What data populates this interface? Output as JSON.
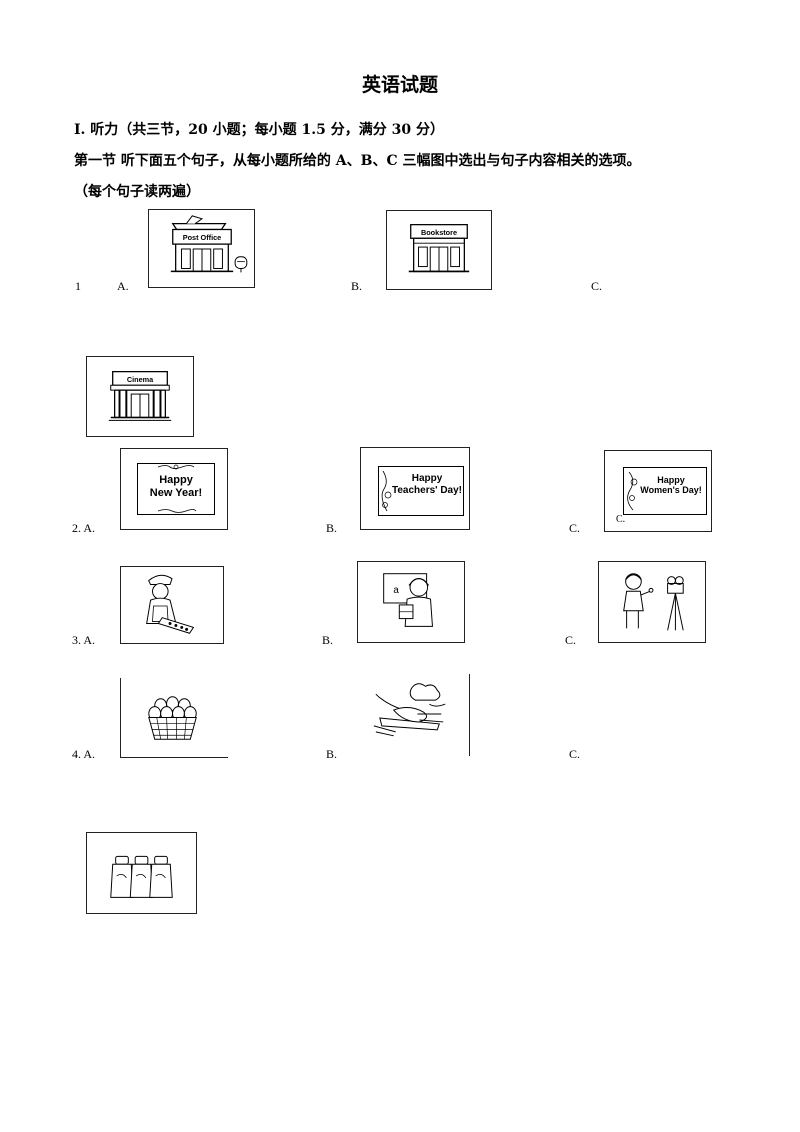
{
  "document": {
    "title": "英语试题",
    "section_heading": "I.  听力（共三节，20 小题；每小题 1.5 分，满分 30 分）",
    "part1_instruction": "第一节    听下面五个句子，从每小题所给的 A、B、C 三幅图中选出与句子内容相关的选项。",
    "part1_note": "（每个句子读两遍）"
  },
  "questions": {
    "q1": {
      "number_label": "1",
      "a_label": "A.",
      "b_label": "B.",
      "c_label": "C.",
      "a_sign": "Post Office",
      "b_sign": "Bookstore",
      "c_sign": "Cinema"
    },
    "q2": {
      "a_label": "2. A.",
      "b_label": "B.",
      "c_label": "C.",
      "c_inner_label": "C.",
      "a_card_line1": "Happy",
      "a_card_line2": "New Year!",
      "b_card_line1": "Happy",
      "b_card_line2": "Teachers' Day!",
      "c_card_line1": "Happy",
      "c_card_line2": "Women's Day!"
    },
    "q3": {
      "a_label": "3. A.",
      "b_label": "B.",
      "c_label": "C."
    },
    "q4": {
      "a_label": "4. A.",
      "b_label": "B.",
      "c_label": "C."
    }
  },
  "icons": {
    "q1a": "post-office-building-icon",
    "q1b": "bookstore-building-icon",
    "q1c": "cinema-building-icon",
    "q3a": "cook-woman-icon",
    "q3b": "teacher-woman-icon",
    "q3c": "reporter-woman-camera-icon",
    "q4a": "egg-basket-icon",
    "q4b": "vegetables-icon",
    "q4c": "milk-bottles-icon"
  }
}
